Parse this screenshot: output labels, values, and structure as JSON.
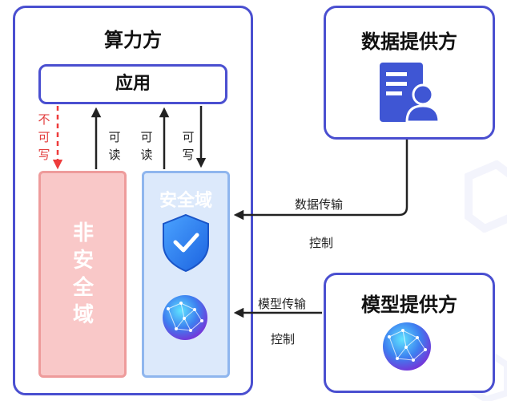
{
  "compute_side": {
    "title": "算力方"
  },
  "app": {
    "label": "应用"
  },
  "unsafe_domain": {
    "label": "非安全域"
  },
  "safe_domain": {
    "label": "安全域"
  },
  "edges": {
    "unsafe_no_write": "不可写",
    "unsafe_readable": "可读",
    "safe_readable": "可读",
    "safe_writable": "可写"
  },
  "data_provider": {
    "title": "数据提供方"
  },
  "model_provider": {
    "title": "模型提供方"
  },
  "links": {
    "data_transfer": "数据传输",
    "data_control": "控制",
    "model_transfer": "模型传输",
    "model_control": "控制"
  },
  "colors": {
    "panel_border": "#4a4fd0",
    "unsafe_fill": "#f9c8c8",
    "unsafe_border": "#ee9b9b",
    "safe_fill": "#dce9fb",
    "safe_border": "#8fb6ee",
    "dashed_arrow": "#ee3b3b",
    "arrow": "#222222",
    "doc_icon": "#3f56d4"
  },
  "icons": [
    "document-user-icon",
    "shield-check-icon",
    "ai-sphere-icon"
  ]
}
